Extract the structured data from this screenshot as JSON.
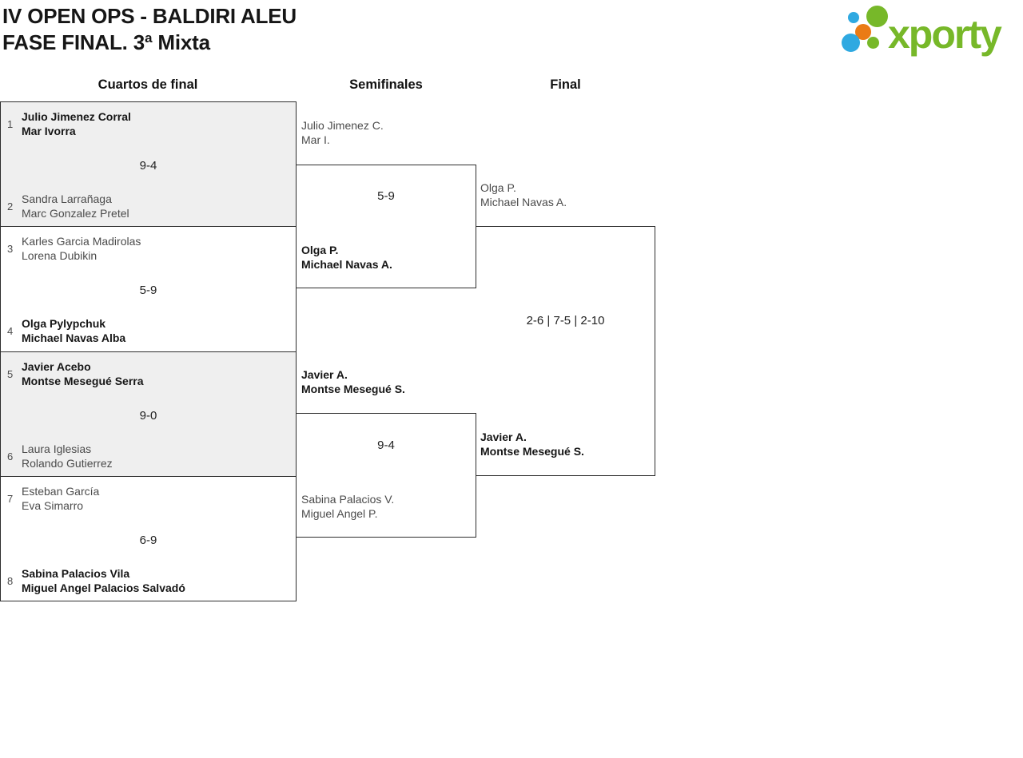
{
  "header": {
    "title_line1": "IV OPEN OPS - BALDIRI ALEU",
    "title_line2": "FASE FINAL. 3ª Mixta",
    "logo_text": "xporty"
  },
  "rounds": [
    {
      "label": "Cuartos de final"
    },
    {
      "label": "Semifinales"
    },
    {
      "label": "Final"
    }
  ],
  "quarterfinals": [
    {
      "seed_top": "1",
      "team_top": [
        "Julio Jimenez Corral",
        "Mar Ivorra"
      ],
      "score": "9-4",
      "seed_bottom": "2",
      "team_bottom": [
        "Sandra Larrañaga",
        "Marc Gonzalez Pretel"
      ],
      "winner": "top"
    },
    {
      "seed_top": "3",
      "team_top": [
        "Karles Garcia Madirolas",
        "Lorena Dubikin"
      ],
      "score": "5-9",
      "seed_bottom": "4",
      "team_bottom": [
        "Olga Pylypchuk",
        "Michael Navas Alba"
      ],
      "winner": "bottom"
    },
    {
      "seed_top": "5",
      "team_top": [
        "Javier Acebo",
        "Montse Mesegué Serra"
      ],
      "score": "9-0",
      "seed_bottom": "6",
      "team_bottom": [
        "Laura Iglesias",
        "Rolando Gutierrez"
      ],
      "winner": "top"
    },
    {
      "seed_top": "7",
      "team_top": [
        "Esteban García",
        "Eva Simarro"
      ],
      "score": "6-9",
      "seed_bottom": "8",
      "team_bottom": [
        "Sabina Palacios Vila",
        "Miguel Angel Palacios Salvadó"
      ],
      "winner": "bottom"
    }
  ],
  "semifinals": [
    {
      "team_top": [
        "Julio Jimenez C.",
        "Mar I."
      ],
      "score": "5-9",
      "team_bottom": [
        "Olga P.",
        "Michael Navas A."
      ],
      "winner": "bottom"
    },
    {
      "team_top": [
        "Javier A.",
        "Montse Mesegué S."
      ],
      "score": "9-4",
      "team_bottom": [
        "Sabina Palacios V.",
        "Miguel Angel P."
      ],
      "winner": "top"
    }
  ],
  "final": {
    "team_top": [
      "Olga P.",
      "Michael Navas A."
    ],
    "score": "2-6 | 7-5 | 2-10",
    "team_bottom": [
      "Javier A.",
      "Montse Mesegué S."
    ],
    "winner": "bottom"
  },
  "colors": {
    "logo_green": "#77b829",
    "logo_blue": "#2fa9e1",
    "logo_orange": "#ea7b15",
    "match_shade": "#efefef",
    "border": "#2d2d2d",
    "winner_text": "#161616",
    "loser_text": "#4b4b4b"
  }
}
